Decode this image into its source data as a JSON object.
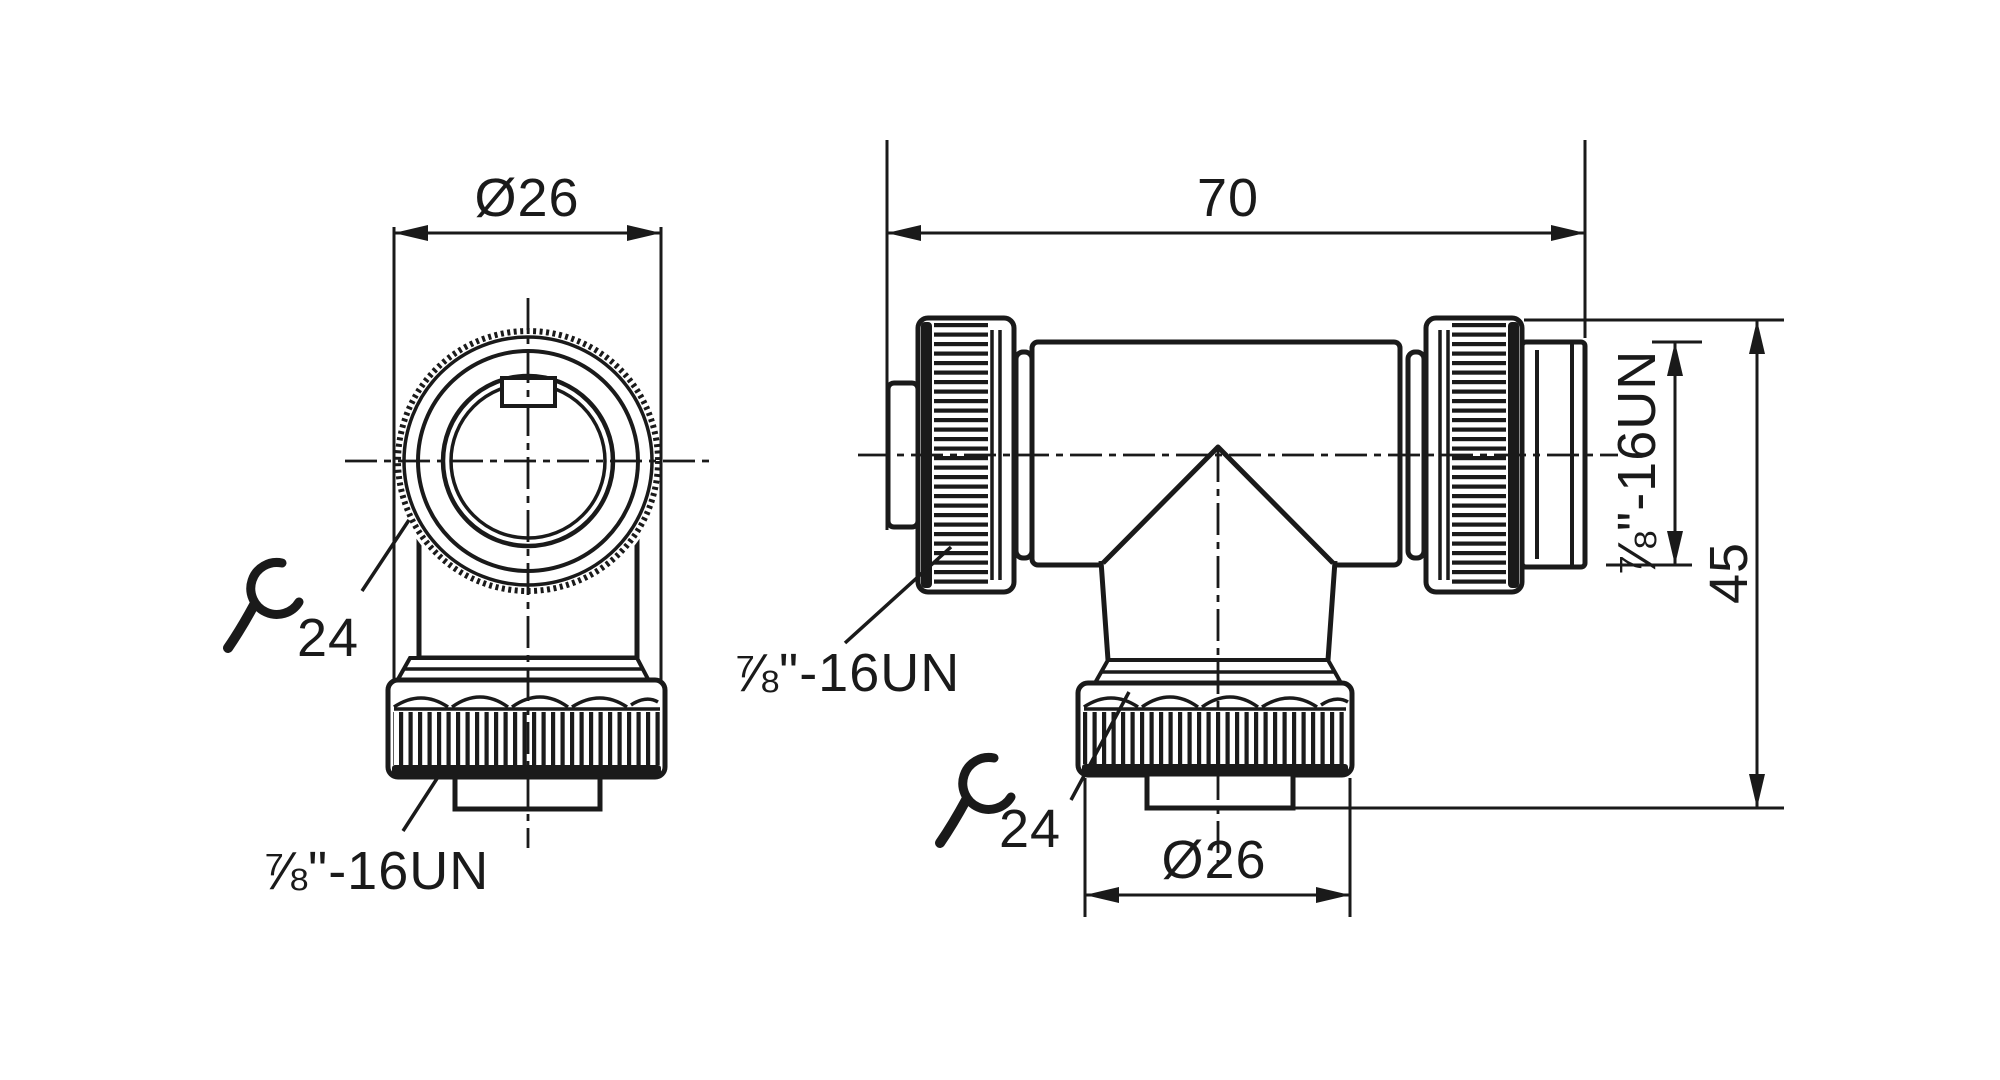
{
  "page": {
    "background": "#ffffff",
    "line_color": "#1a1a1a"
  },
  "front_view": {
    "diameter_label": "Ø26",
    "wrench_size_label": "24",
    "thread_label": "⅞\"-16UN"
  },
  "side_view": {
    "length_label": "70",
    "height_label": "45",
    "diameter_label": "Ø26",
    "wrench_size_label": "24",
    "thread_label": "⅞\"-16UN",
    "thread_label_vertical": "⅞\"-16UN"
  }
}
